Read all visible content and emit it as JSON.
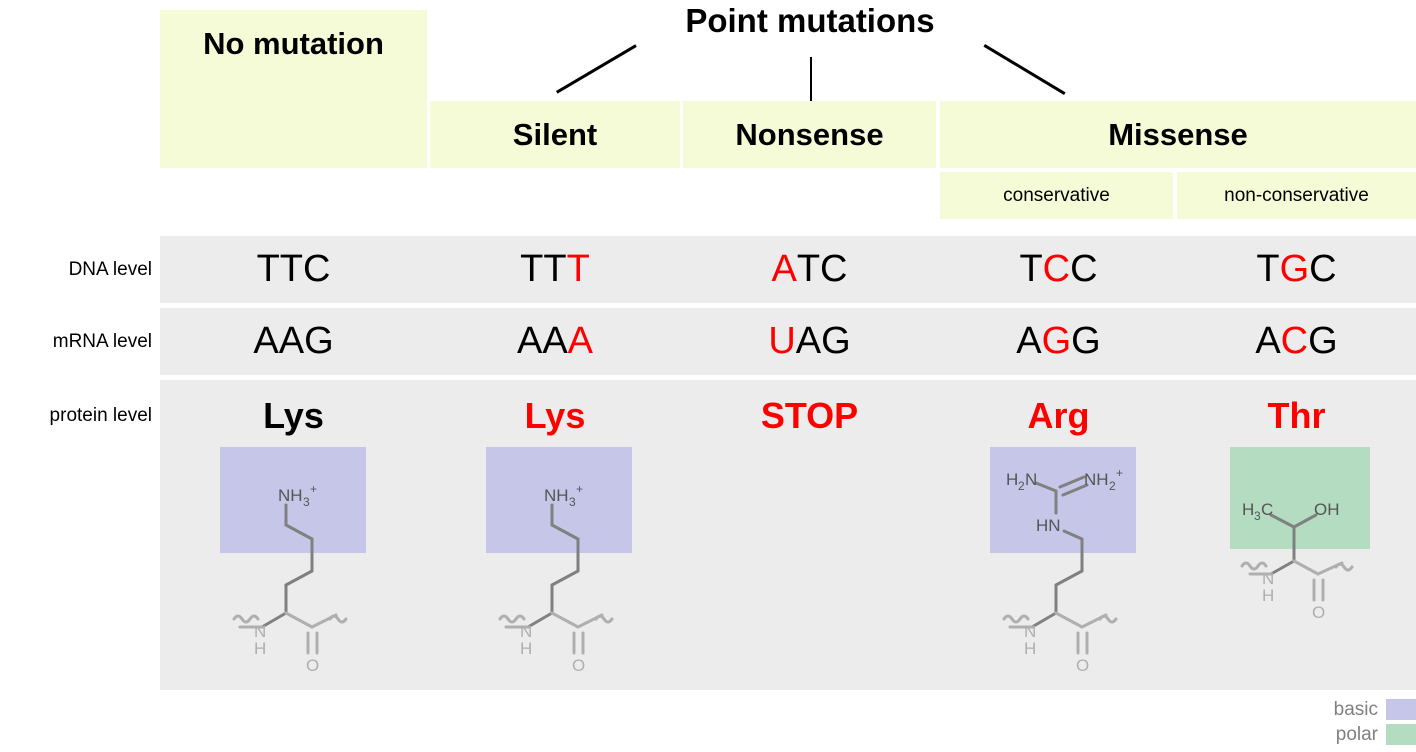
{
  "title": "Point mutations",
  "header": {
    "no_mutation": "No mutation",
    "silent": "Silent",
    "nonsense": "Nonsense",
    "missense": "Missense",
    "conservative": "conservative",
    "non_conservative": "non-conservative"
  },
  "row_labels": {
    "dna": "DNA level",
    "mrna": "mRNA level",
    "protein": "protein level"
  },
  "columns": [
    {
      "key": "no-mutation",
      "dna": [
        {
          "t": "TTC",
          "c": "black"
        }
      ],
      "mrna": [
        {
          "t": "AAG",
          "c": "black"
        }
      ],
      "protein": {
        "t": "Lys",
        "c": "black"
      },
      "molecule": "lysine",
      "molecule_class": "basic"
    },
    {
      "key": "silent",
      "dna": [
        {
          "t": "TT",
          "c": "black"
        },
        {
          "t": "T",
          "c": "red"
        }
      ],
      "mrna": [
        {
          "t": "AA",
          "c": "black"
        },
        {
          "t": "A",
          "c": "red"
        }
      ],
      "protein": {
        "t": "Lys",
        "c": "red"
      },
      "molecule": "lysine",
      "molecule_class": "basic"
    },
    {
      "key": "nonsense",
      "dna": [
        {
          "t": "A",
          "c": "red"
        },
        {
          "t": "TC",
          "c": "black"
        }
      ],
      "mrna": [
        {
          "t": "U",
          "c": "red"
        },
        {
          "t": "AG",
          "c": "black"
        }
      ],
      "protein": {
        "t": "STOP",
        "c": "red"
      },
      "molecule": null,
      "molecule_class": null
    },
    {
      "key": "missense-conservative",
      "dna": [
        {
          "t": "T",
          "c": "black"
        },
        {
          "t": "C",
          "c": "red"
        },
        {
          "t": "C",
          "c": "black"
        }
      ],
      "mrna": [
        {
          "t": "A",
          "c": "black"
        },
        {
          "t": "G",
          "c": "red"
        },
        {
          "t": "G",
          "c": "black"
        }
      ],
      "protein": {
        "t": "Arg",
        "c": "red"
      },
      "molecule": "arginine",
      "molecule_class": "basic"
    },
    {
      "key": "missense-non-conservative",
      "dna": [
        {
          "t": "T",
          "c": "black"
        },
        {
          "t": "G",
          "c": "red"
        },
        {
          "t": "C",
          "c": "black"
        }
      ],
      "mrna": [
        {
          "t": "A",
          "c": "black"
        },
        {
          "t": "C",
          "c": "red"
        },
        {
          "t": "G",
          "c": "black"
        }
      ],
      "protein": {
        "t": "Thr",
        "c": "red"
      },
      "molecule": "threonine",
      "molecule_class": "polar"
    }
  ],
  "molecule_labels": {
    "lysine": {
      "top": "NH",
      "top_sub": "3",
      "top_sup": "+",
      "amide_n": "N",
      "amide_h": "H",
      "carbonyl_o": "O"
    },
    "arginine": {
      "left": "H",
      "left_sub": "2",
      "left_n": "N",
      "right": "NH",
      "right_sub": "2",
      "right_sup": "+",
      "mid": "HN",
      "amide_n": "N",
      "amide_h": "H",
      "carbonyl_o": "O"
    },
    "threonine": {
      "methyl": "H",
      "methyl_sub": "3",
      "methyl_c": "C",
      "hydroxyl": "OH",
      "amide_n": "N",
      "amide_h": "H",
      "carbonyl_o": "O"
    }
  },
  "legend": [
    {
      "label": "basic",
      "color": "#C5C6E8"
    },
    {
      "label": "polar",
      "color": "#B3DCC1"
    }
  ],
  "colors": {
    "yellow": "#F5FBD7",
    "grey_row": "#ECECEC",
    "red": "#FF0000",
    "basic": "#C5C6E8",
    "polar": "#B3DCC1",
    "bond": "#808080",
    "text_grey": "#808080"
  }
}
